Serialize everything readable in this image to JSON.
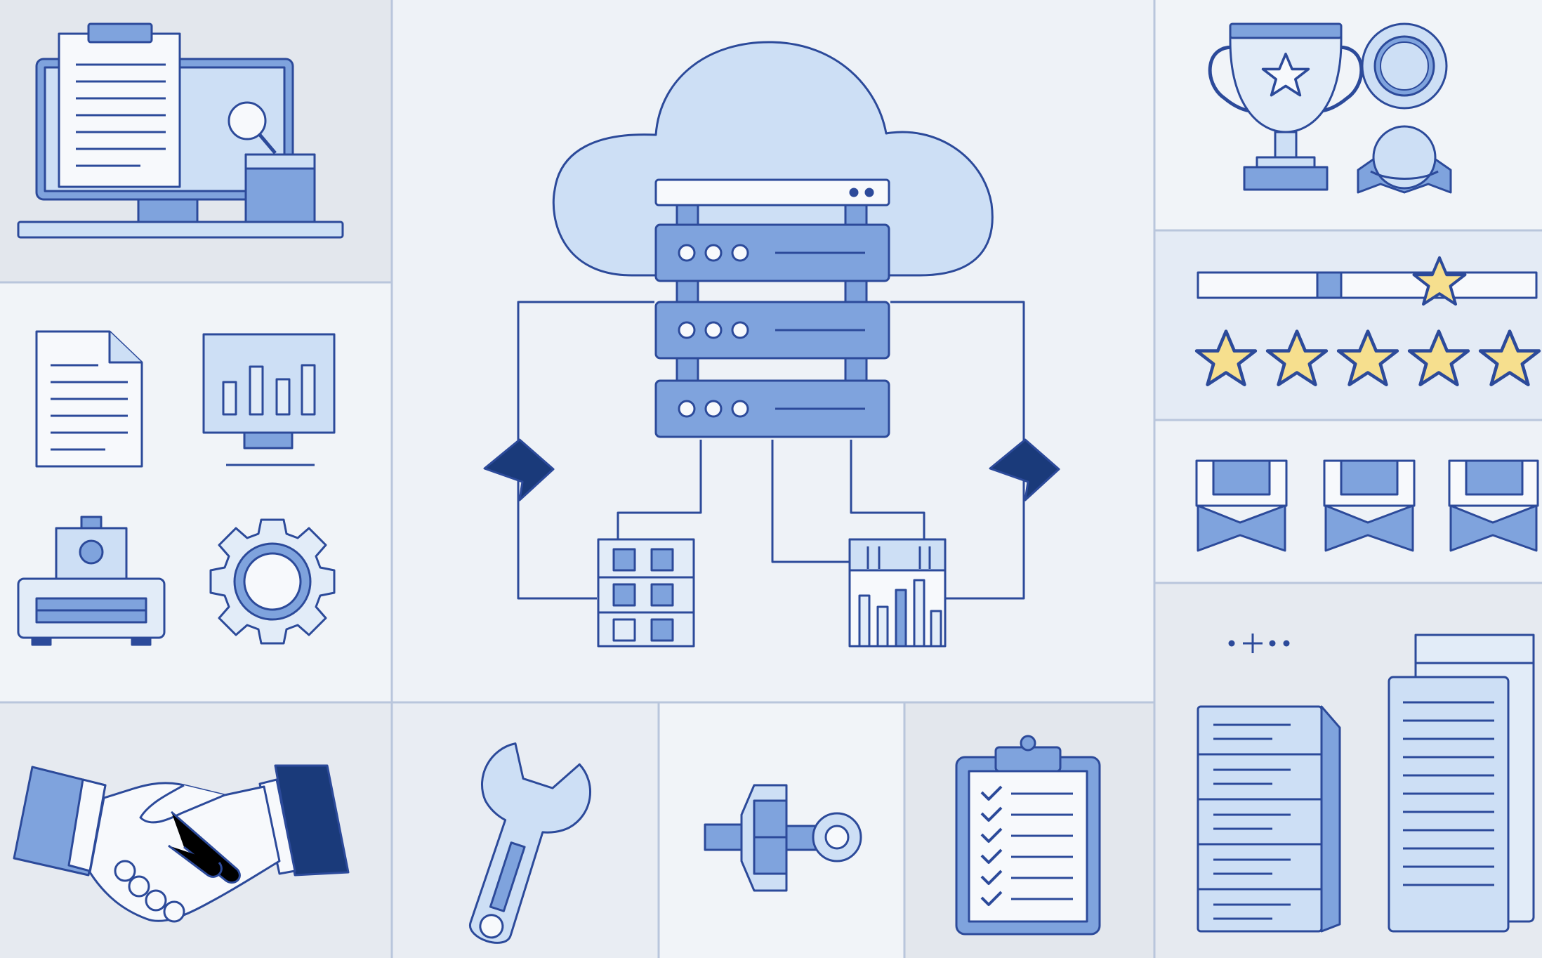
{
  "colors": {
    "background": "#e9edf3",
    "panel_light": "#f1f4f8",
    "panel_gray": "#e3e7ed",
    "panel_blue": "#e4ebf5",
    "divider": "#b9c6dc",
    "stroke": "#2c4a9a",
    "fill_mid": "#7fa3dd",
    "fill_light": "#cddff5",
    "fill_pale": "#e2ecf8",
    "navy": "#1a3a7a",
    "star": "#f6df8e"
  },
  "panels": [
    {
      "name": "panel-monitor-document",
      "icons": [
        "clipboard-document-icon",
        "monitor-icon",
        "magnifier-icon",
        "cup-icon"
      ]
    },
    {
      "name": "panel-office-icons",
      "icons": [
        "document-icon",
        "bar-chart-monitor-icon",
        "printer-icon",
        "gear-icon"
      ]
    },
    {
      "name": "panel-cloud-server",
      "icons": [
        "cloud-icon",
        "server-rack-icon",
        "grid-table-icon",
        "bar-chart-panel-icon",
        "arrow-left-icon",
        "arrow-right-icon"
      ]
    },
    {
      "name": "panel-trophy-medals",
      "icons": [
        "trophy-icon",
        "medal-icon",
        "ribbon-medal-icon"
      ]
    },
    {
      "name": "panel-rating-slider",
      "icons": [
        "rating-slider-icon",
        "star-icon"
      ],
      "stars_filled": 5,
      "stars_total": 5
    },
    {
      "name": "panel-ribbons",
      "icons": [
        "ribbon-badge-icon"
      ]
    },
    {
      "name": "panel-handshake",
      "icons": [
        "handshake-icon"
      ]
    },
    {
      "name": "panel-wrench",
      "icons": [
        "wrench-icon"
      ]
    },
    {
      "name": "panel-key",
      "icons": [
        "key-icon"
      ]
    },
    {
      "name": "panel-checklist",
      "icons": [
        "checklist-clipboard-icon"
      ]
    },
    {
      "name": "panel-documents-stack",
      "icons": [
        "document-stack-icon",
        "document-tall-icon",
        "sparkle-icon"
      ]
    }
  ]
}
